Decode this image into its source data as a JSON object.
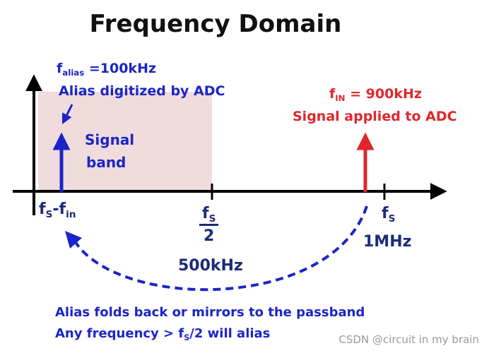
{
  "title": "Frequency Domain",
  "alias_note": {
    "f_symbol": "f",
    "sub": "alias",
    "value": " =100kHz",
    "line2": "Alias digitized by ADC"
  },
  "signal_band": {
    "line1": "Signal",
    "line2": "band"
  },
  "input_note": {
    "f_symbol": "f",
    "sub": "IN",
    "value": " = 900kHz",
    "line2": "Signal applied to ADC"
  },
  "tick_fs_minus_fin": {
    "a": "f",
    "a_sub": "S",
    "b": "-f",
    "b_sub": "in"
  },
  "tick_half": {
    "num": "f",
    "num_sub": "S",
    "den": "2",
    "value": "500kHz"
  },
  "tick_fs": {
    "f": "f",
    "sub": "S",
    "value": "1MHz"
  },
  "footer": {
    "line1": "Alias folds back or mirrors to the passband",
    "line2_pre": "Any frequency > f",
    "line2_sub": "S",
    "line2_post": "/2 will alias"
  },
  "watermark": "CSDN @circuit in my brain",
  "colors": {
    "band_fill": "#f0dcdc",
    "blue": "#1b25c7",
    "red": "#e0262c",
    "axis": "#000000"
  }
}
